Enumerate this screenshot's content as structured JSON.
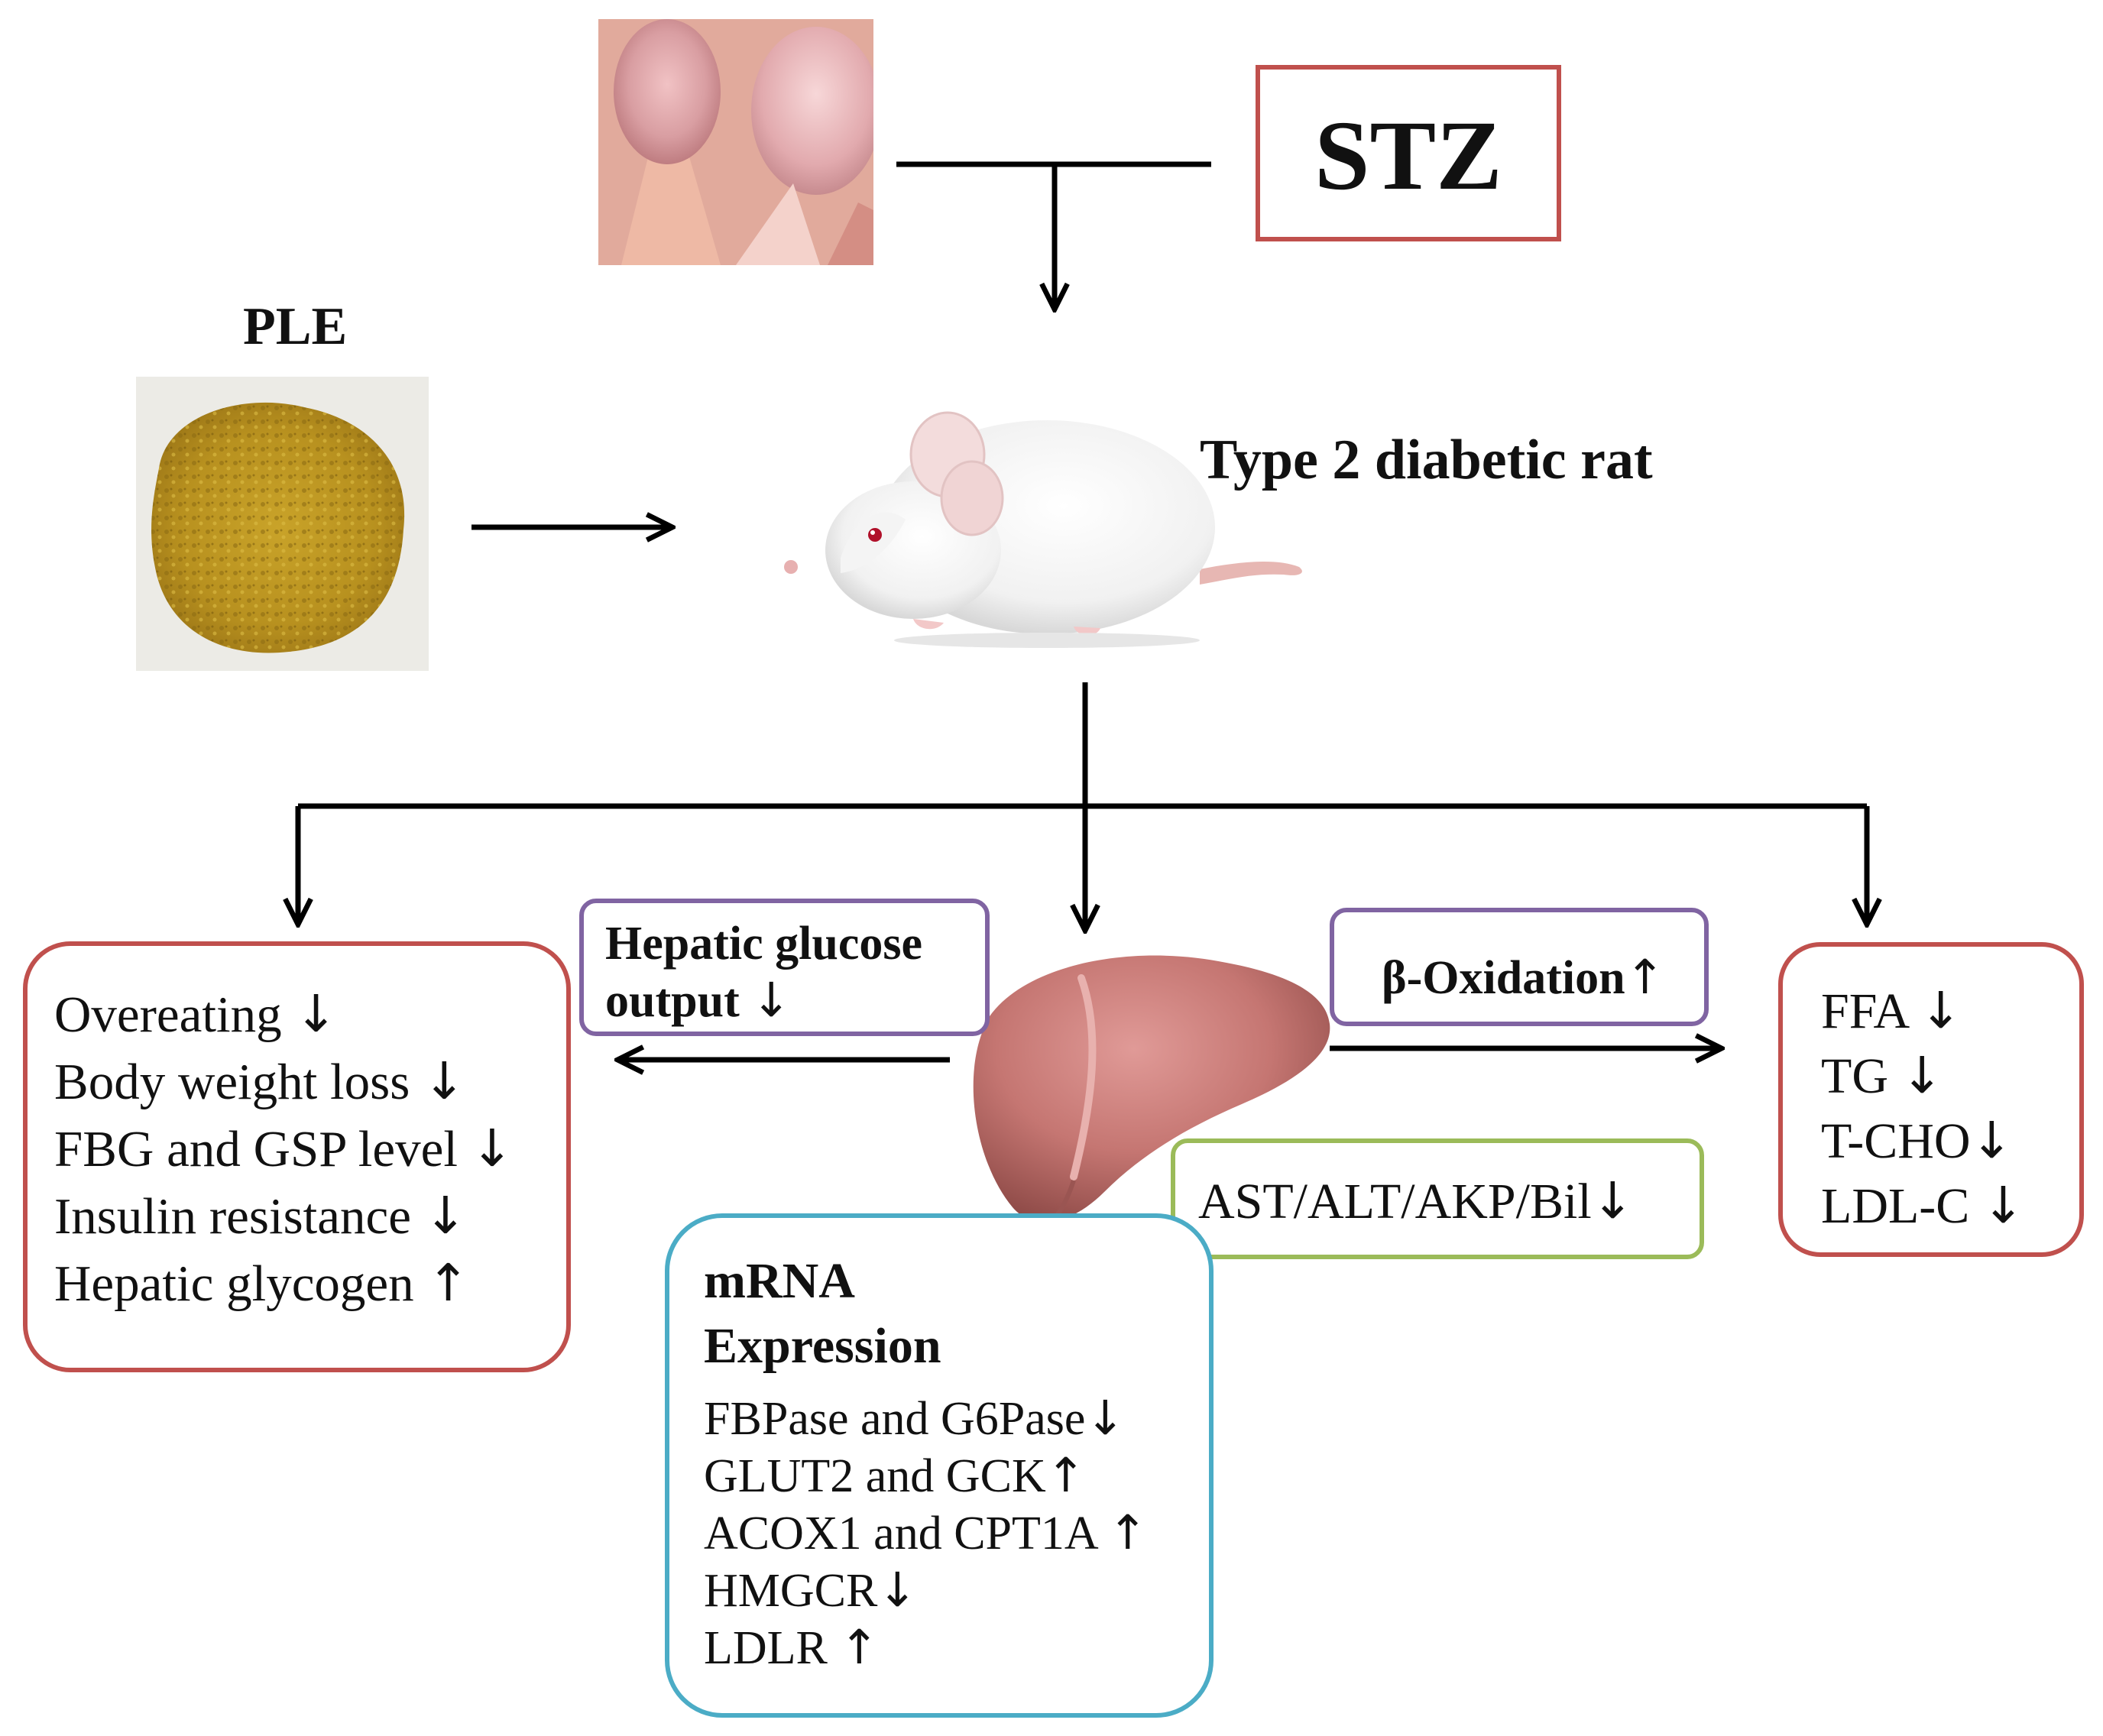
{
  "colors": {
    "red_border": "#c0504d",
    "purple_border": "#8064a2",
    "green_border": "#9bbb59",
    "blue_border": "#4bacc6",
    "arrow": "#000000"
  },
  "stz_label": "STZ",
  "ple_label": "PLE",
  "rat_label": "Type 2 diabetic rat",
  "glucose_box": {
    "items": [
      {
        "text": "Overeating",
        "arrow": "↓"
      },
      {
        "text": "Body weight loss",
        "arrow": "↓"
      },
      {
        "text": "FBG and GSP level",
        "arrow": "↓"
      },
      {
        "text": "Insulin resistance",
        "arrow": "↓"
      },
      {
        "text": "Hepatic glycogen",
        "arrow": "↑"
      }
    ]
  },
  "hepatic_output": {
    "line1": "Hepatic glucose",
    "line2": "output",
    "arrow": "↓"
  },
  "beta_oxidation": {
    "text": "β-Oxidation",
    "arrow": "↑"
  },
  "lipid_box": {
    "items": [
      {
        "text": "FFA",
        "arrow": "↓"
      },
      {
        "text": "TG",
        "arrow": "↓"
      },
      {
        "text": "T-CHO",
        "arrow": "↓"
      },
      {
        "text": "LDL-C",
        "arrow": "↓"
      }
    ]
  },
  "enzyme_box": {
    "text": "AST/ALT/AKP/Bil",
    "arrow": "↓"
  },
  "mrna_box": {
    "title_line1": "mRNA",
    "title_line2": "Expression",
    "items": [
      {
        "text": "FBPase and G6Pase",
        "arrow": "↓"
      },
      {
        "text": "GLUT2 and GCK",
        "arrow": "↑"
      },
      {
        "text": "ACOX1 and CPT1A",
        "arrow": "↑"
      },
      {
        "text": "HMGCR",
        "arrow": "↓"
      },
      {
        "text": "LDLR",
        "arrow": "↑"
      }
    ]
  },
  "pictures": {
    "tissue": "pancreas-tissue-photo",
    "powder": "ple-powder-photo",
    "rat": "white-rat-illustration",
    "liver": "liver-illustration"
  }
}
